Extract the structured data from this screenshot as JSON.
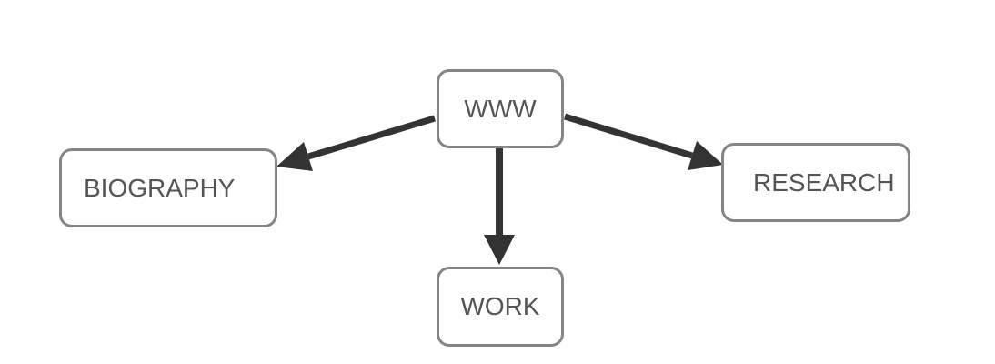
{
  "diagram": {
    "nodes": {
      "www": {
        "label": "WWW"
      },
      "biography": {
        "label": "BIOGRAPHY"
      },
      "research": {
        "label": "RESEARCH"
      },
      "work": {
        "label": "WORK"
      }
    },
    "edges": [
      {
        "from": "www",
        "to": "biography"
      },
      {
        "from": "www",
        "to": "work"
      },
      {
        "from": "www",
        "to": "research"
      }
    ],
    "colors": {
      "node_border": "#858585",
      "node_text": "#555555",
      "arrow": "#333333",
      "background": "#ffffff"
    }
  }
}
